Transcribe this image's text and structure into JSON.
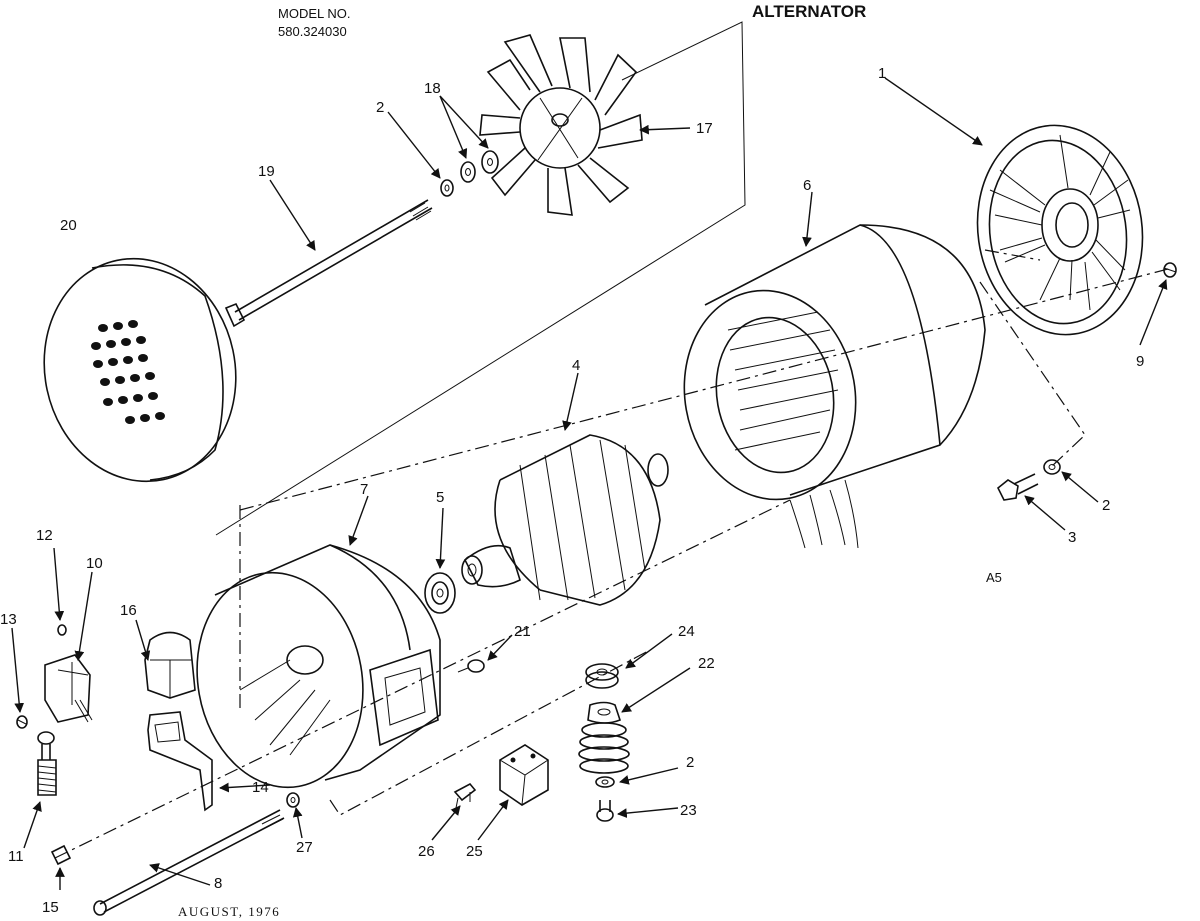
{
  "header": {
    "model_label": "MODEL NO.",
    "model_number": "580.324030",
    "title": "ALTERNATOR"
  },
  "footer": {
    "date": "AUGUST, 1976",
    "code": "A5"
  },
  "callouts": {
    "c1": "1",
    "c2a": "2",
    "c2b": "2",
    "c2c": "2",
    "c3": "3",
    "c4": "4",
    "c5": "5",
    "c6": "6",
    "c7": "7",
    "c8": "8",
    "c9": "9",
    "c10": "10",
    "c11": "11",
    "c12": "12",
    "c13": "13",
    "c14": "14",
    "c15": "15",
    "c16": "16",
    "c17": "17",
    "c18": "18",
    "c19": "19",
    "c20": "20",
    "c21": "21",
    "c22": "22",
    "c23": "23",
    "c24": "24",
    "c25": "25",
    "c26": "26",
    "c27": "27"
  }
}
